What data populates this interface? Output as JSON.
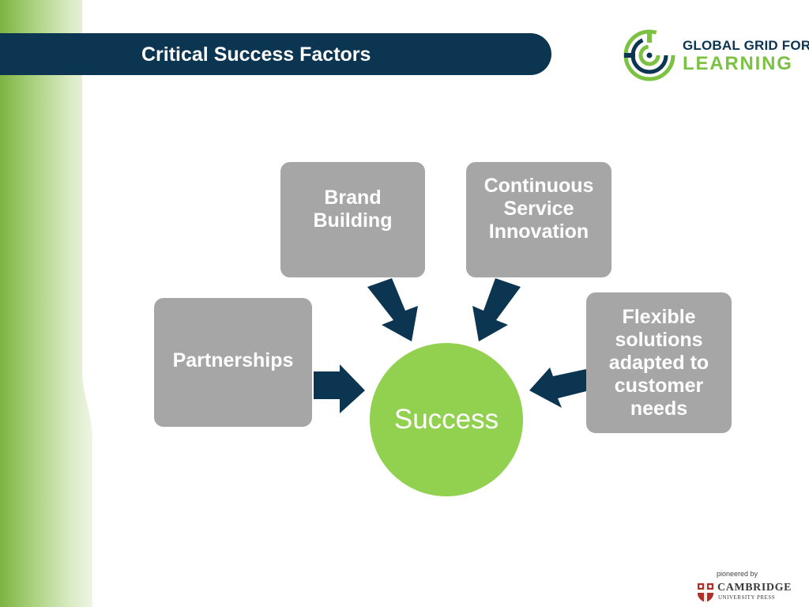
{
  "title": "Critical Success Factors",
  "logo": {
    "line1": "GLOBAL GRID FOR",
    "line2": "LEARNING"
  },
  "diagram": {
    "center": "Success",
    "factors": [
      {
        "id": "brand",
        "label": "Brand Building"
      },
      {
        "id": "innovation",
        "label": "Continuous Service Innovation"
      },
      {
        "id": "partnerships",
        "label": "Partnerships"
      },
      {
        "id": "flexible",
        "label": "Flexible solutions adapted to customer needs"
      }
    ]
  },
  "footer": {
    "pioneered": "pioneered by",
    "publisher": "CAMBRIDGE",
    "publisher_sub": "UNIVERSITY PRESS"
  },
  "colors": {
    "navy": "#0b3550",
    "green": "#92d050",
    "logo_green": "#7cc242",
    "box_gray": "#a6a6a6"
  }
}
